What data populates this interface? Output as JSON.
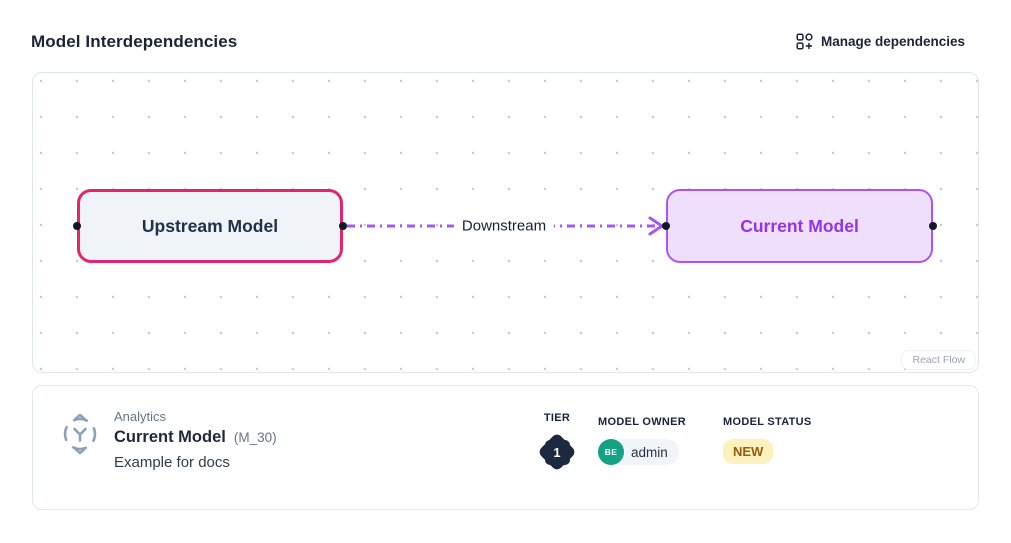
{
  "header": {
    "title": "Model Interdependencies",
    "manage_button": {
      "label": "Manage dependencies",
      "icon": "grid-squares-plus-icon"
    }
  },
  "canvas": {
    "nodes": {
      "upstream": {
        "label": "Upstream Model",
        "border_color": "#e0266f",
        "bg_color": "#f0f4f8",
        "text_color": "#20304a"
      },
      "current": {
        "label": "Current Model",
        "border_color": "#a855f7",
        "bg_color": "#efdffc",
        "text_color": "#9333ea"
      }
    },
    "edge": {
      "label": "Downstream",
      "color": "#a855f7",
      "style": "dashed",
      "direction": "left-to-right"
    },
    "attribution": "React Flow"
  },
  "details": {
    "category": "Analytics",
    "model_name": "Current Model",
    "model_code": "(M_30)",
    "description": "Example for docs",
    "icon": "model-distribution-icon",
    "tier": {
      "label": "TIER",
      "value": "1",
      "badge_color": "#1d2940",
      "value_color": "#ffffff"
    },
    "owner": {
      "label": "MODEL OWNER",
      "avatar_initials": "BE",
      "avatar_color": "#13a384",
      "name": "admin",
      "pill_bg": "#f1f5f9"
    },
    "status": {
      "label": "MODEL STATUS",
      "value": "NEW",
      "badge_bg": "#fdf2bd",
      "badge_text_color": "#95590f"
    }
  }
}
